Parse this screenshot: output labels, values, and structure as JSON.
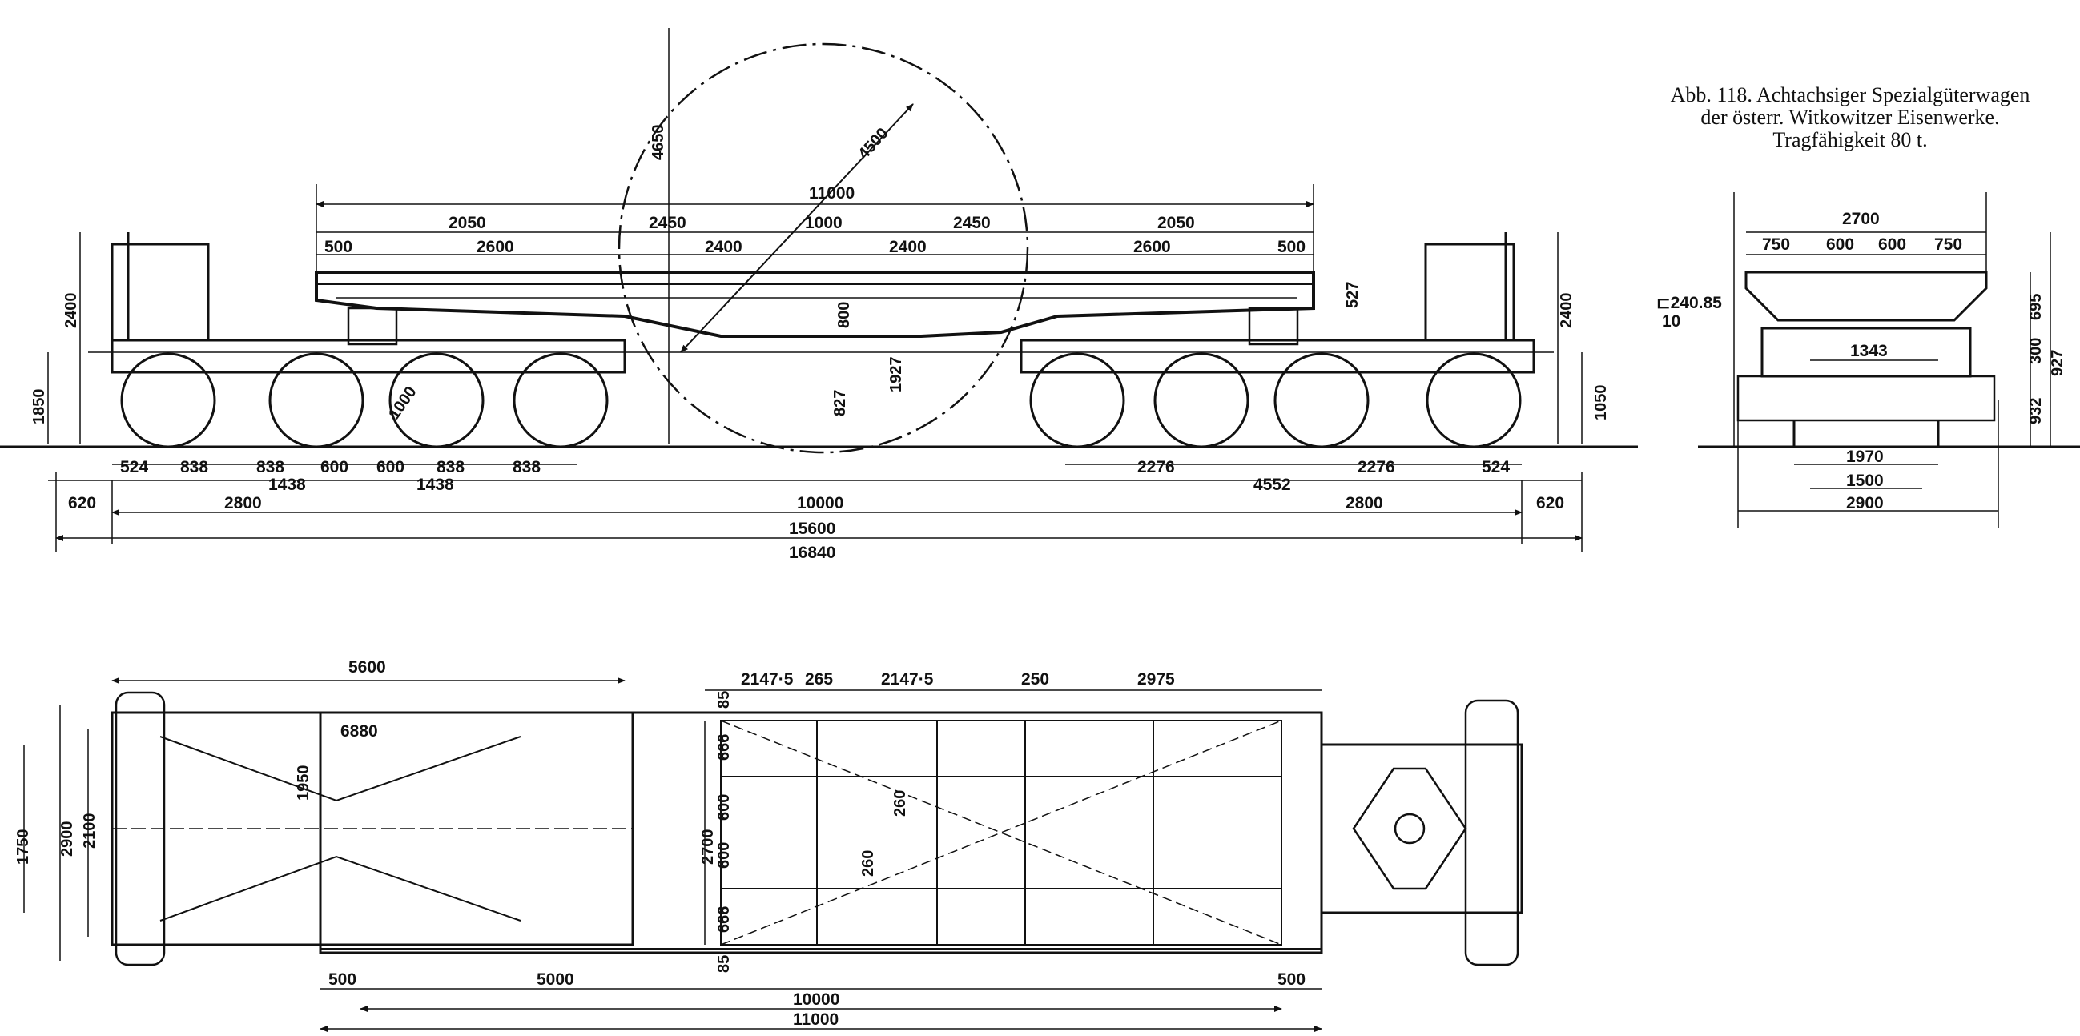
{
  "caption": {
    "line1": "Abb. 118. Achtachsiger Spezialgüterwagen",
    "line2": "der österr. Witkowitzer Eisenwerke.",
    "line3": "Tragfähigkeit 80 t."
  },
  "side_view": {
    "top_dims": [
      "11000",
      "2050",
      "2450",
      "1000",
      "2450",
      "2050",
      "500",
      "2600",
      "2400",
      "2400",
      "2600",
      "500"
    ],
    "load_dims": [
      "4650",
      "4500"
    ],
    "height_dims": [
      "2400",
      "1850",
      "2400",
      "1050",
      "527",
      "800",
      "1927",
      "827"
    ],
    "bottom_row1": [
      "524",
      "838",
      "838",
      "600",
      "600",
      "838",
      "838",
      "2276",
      "2276",
      "524"
    ],
    "bottom_row2": [
      "1438",
      "1438",
      "4552"
    ],
    "overall": [
      "620",
      "2800",
      "10000",
      "2800",
      "620",
      "15600",
      "16840"
    ],
    "angle_label": "1000"
  },
  "end_view": {
    "top": "2700",
    "top_sub": [
      "750",
      "600",
      "600",
      "750"
    ],
    "profile": "⊏240.85",
    "profile_sub": "10",
    "inner": "1343",
    "right_dims": [
      "695",
      "927",
      "300",
      "932"
    ],
    "bottom": [
      "1970",
      "1500",
      "2900"
    ]
  },
  "plan_view": {
    "top_dims": [
      "5600",
      "2147·5",
      "265",
      "2147·5",
      "250",
      "2975"
    ],
    "inner_dims": [
      "6880",
      "1950"
    ],
    "left_dims": [
      "1750",
      "2900",
      "2100"
    ],
    "mid_dims": [
      "2700",
      "85",
      "666",
      "600",
      "600",
      "666",
      "85"
    ],
    "member_dims": [
      "260",
      "260"
    ],
    "bottom_dims": [
      "500",
      "5000",
      "500",
      "10000",
      "11000"
    ]
  }
}
